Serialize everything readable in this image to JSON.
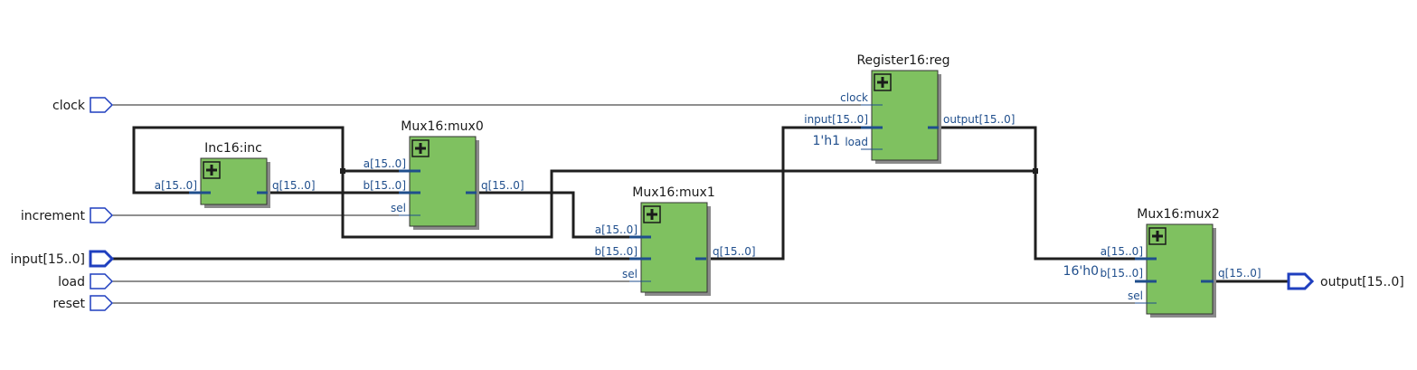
{
  "inputs": {
    "clock": "clock",
    "increment": "increment",
    "input": "input[15..0]",
    "load": "load",
    "reset": "reset"
  },
  "outputs": {
    "output": "output[15..0]"
  },
  "blocks": {
    "inc": {
      "title": "Inc16:inc",
      "a": "a[15..0]",
      "q": "q[15..0]"
    },
    "mux0": {
      "title": "Mux16:mux0",
      "a": "a[15..0]",
      "b": "b[15..0]",
      "sel": "sel",
      "q": "q[15..0]"
    },
    "mux1": {
      "title": "Mux16:mux1",
      "a": "a[15..0]",
      "b": "b[15..0]",
      "sel": "sel",
      "q": "q[15..0]"
    },
    "reg": {
      "title": "Register16:reg",
      "clock": "clock",
      "input": "input[15..0]",
      "load": "load",
      "output": "output[15..0]"
    },
    "mux2": {
      "title": "Mux16:mux2",
      "a": "a[15..0]",
      "b": "b[15..0]",
      "sel": "sel",
      "q": "q[15..0]"
    }
  },
  "constants": {
    "reg_load": "1'h1",
    "mux2_b": "16'h0"
  },
  "colors": {
    "block_fill": "#7fc160",
    "wire": "#1f1f1f",
    "port": "#1f4e8c",
    "pin": "#1f3fbf"
  }
}
